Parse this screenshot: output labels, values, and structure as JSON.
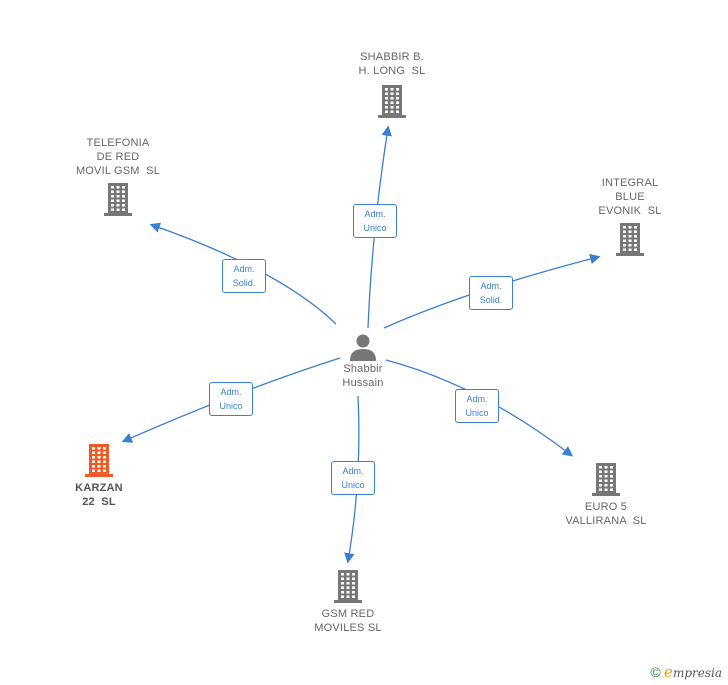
{
  "center": {
    "name_lines": [
      "Shabbir",
      "Hussain"
    ],
    "icon": "person-icon"
  },
  "companies": [
    {
      "id": "shabbir-b-h-long",
      "name_lines": [
        "SHABBIR B.",
        "H. LONG  SL"
      ],
      "role_lines": [
        "Adm.",
        "Unico"
      ],
      "icon": "building-icon",
      "color": "#777777"
    },
    {
      "id": "telefonia-de-red",
      "name_lines": [
        "TELEFONIA",
        "DE RED",
        "MOVIL GSM  SL"
      ],
      "role_lines": [
        "Adm.",
        "Solid."
      ],
      "icon": "building-icon",
      "color": "#777777"
    },
    {
      "id": "integral-blue-evonik",
      "name_lines": [
        "INTEGRAL",
        "BLUE",
        "EVONIK  SL"
      ],
      "role_lines": [
        "Adm.",
        "Solid."
      ],
      "icon": "building-icon",
      "color": "#777777"
    },
    {
      "id": "karzan-22",
      "name_lines": [
        "KARZAN",
        "22  SL"
      ],
      "role_lines": [
        "Adm.",
        "Unico"
      ],
      "icon": "building-icon",
      "color": "#f05a28",
      "highlight": true
    },
    {
      "id": "euro-5-vallirana",
      "name_lines": [
        "EURO 5",
        "VALLIRANA  SL"
      ],
      "role_lines": [
        "Adm.",
        "Unico"
      ],
      "icon": "building-icon",
      "color": "#777777"
    },
    {
      "id": "gsm-red-moviles",
      "name_lines": [
        "GSM RED",
        "MOVILES SL"
      ],
      "role_lines": [
        "Adm.",
        "Unico"
      ],
      "icon": "building-icon",
      "color": "#777777"
    }
  ],
  "colors": {
    "edge": "#3b7fd0",
    "node_text": "#666666"
  },
  "watermark": {
    "copyright": "©",
    "brand_first": "e",
    "brand_rest": "mpresia"
  }
}
